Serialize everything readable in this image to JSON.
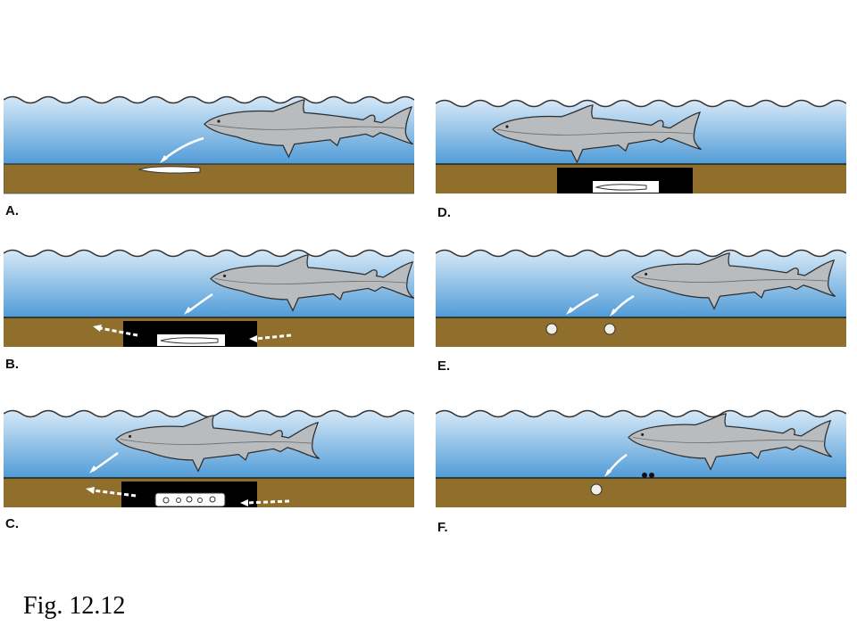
{
  "panels": [
    {
      "id": "A",
      "label": "A."
    },
    {
      "id": "B",
      "label": "B."
    },
    {
      "id": "C",
      "label": "C."
    },
    {
      "id": "D",
      "label": "D."
    },
    {
      "id": "E",
      "label": "E."
    },
    {
      "id": "F",
      "label": "F."
    }
  ],
  "caption": "Fig. 12.12",
  "colors": {
    "water_top": "#cfe3f5",
    "water_bottom": "#4d9ad6",
    "sediment": "#8f6f2b",
    "shark_body": "#b9bdbf",
    "shark_outline": "#333333",
    "black_zone": "#000000"
  }
}
